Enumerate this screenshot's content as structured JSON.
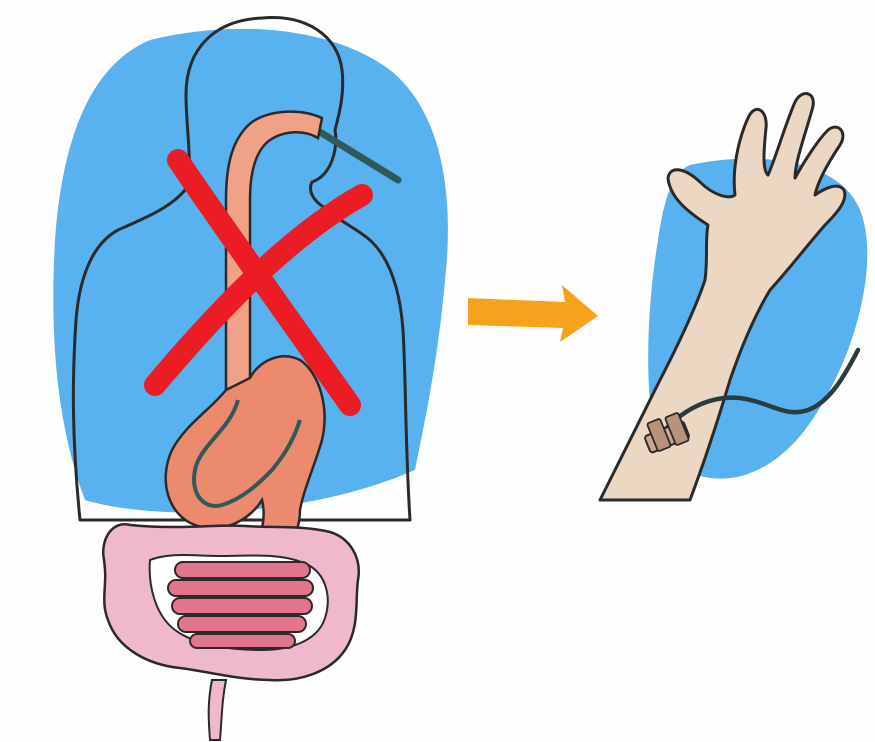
{
  "diagram": {
    "panels": [
      {
        "id": "enteral-route",
        "icon": "digestive-tract-icon",
        "status": "crossed-out"
      },
      {
        "id": "parenteral-route",
        "icon": "arm-iv-line-icon",
        "status": "preferred"
      }
    ],
    "connector": {
      "icon": "arrow-right-icon",
      "direction": "left-to-right"
    },
    "marks": {
      "cross": "cross-mark-icon"
    },
    "colors": {
      "background_blob": "#58b2ef",
      "body": "#e6e0ec",
      "skin": "#ecd8c2",
      "esophagus": "#f0a289",
      "stomach": "#ec8a6d",
      "intestine": "#f0b8cc",
      "small_intestine": "#e2748c",
      "cross": "#ec1c24",
      "arrow": "#f6a21c",
      "outline": "#2a2a2a",
      "tube": "#2f5a5a"
    }
  }
}
